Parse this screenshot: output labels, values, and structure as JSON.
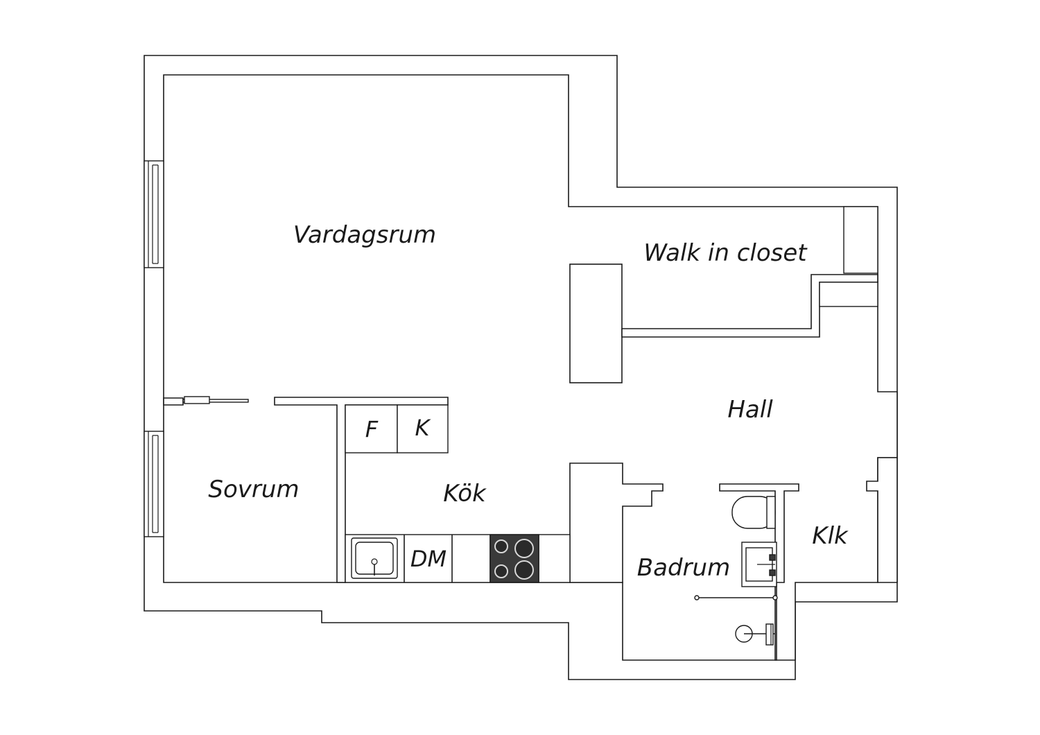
{
  "rooms": {
    "vardagsrum": "Vardagsrum",
    "walk_in_closet": "Walk in closet",
    "hall": "Hall",
    "sovrum": "Sovrum",
    "kok": "Kök",
    "badrum": "Badrum",
    "klk": "Klk"
  },
  "fixtures": {
    "fridge": "F",
    "freezer": "K",
    "dishwasher": "DM"
  }
}
